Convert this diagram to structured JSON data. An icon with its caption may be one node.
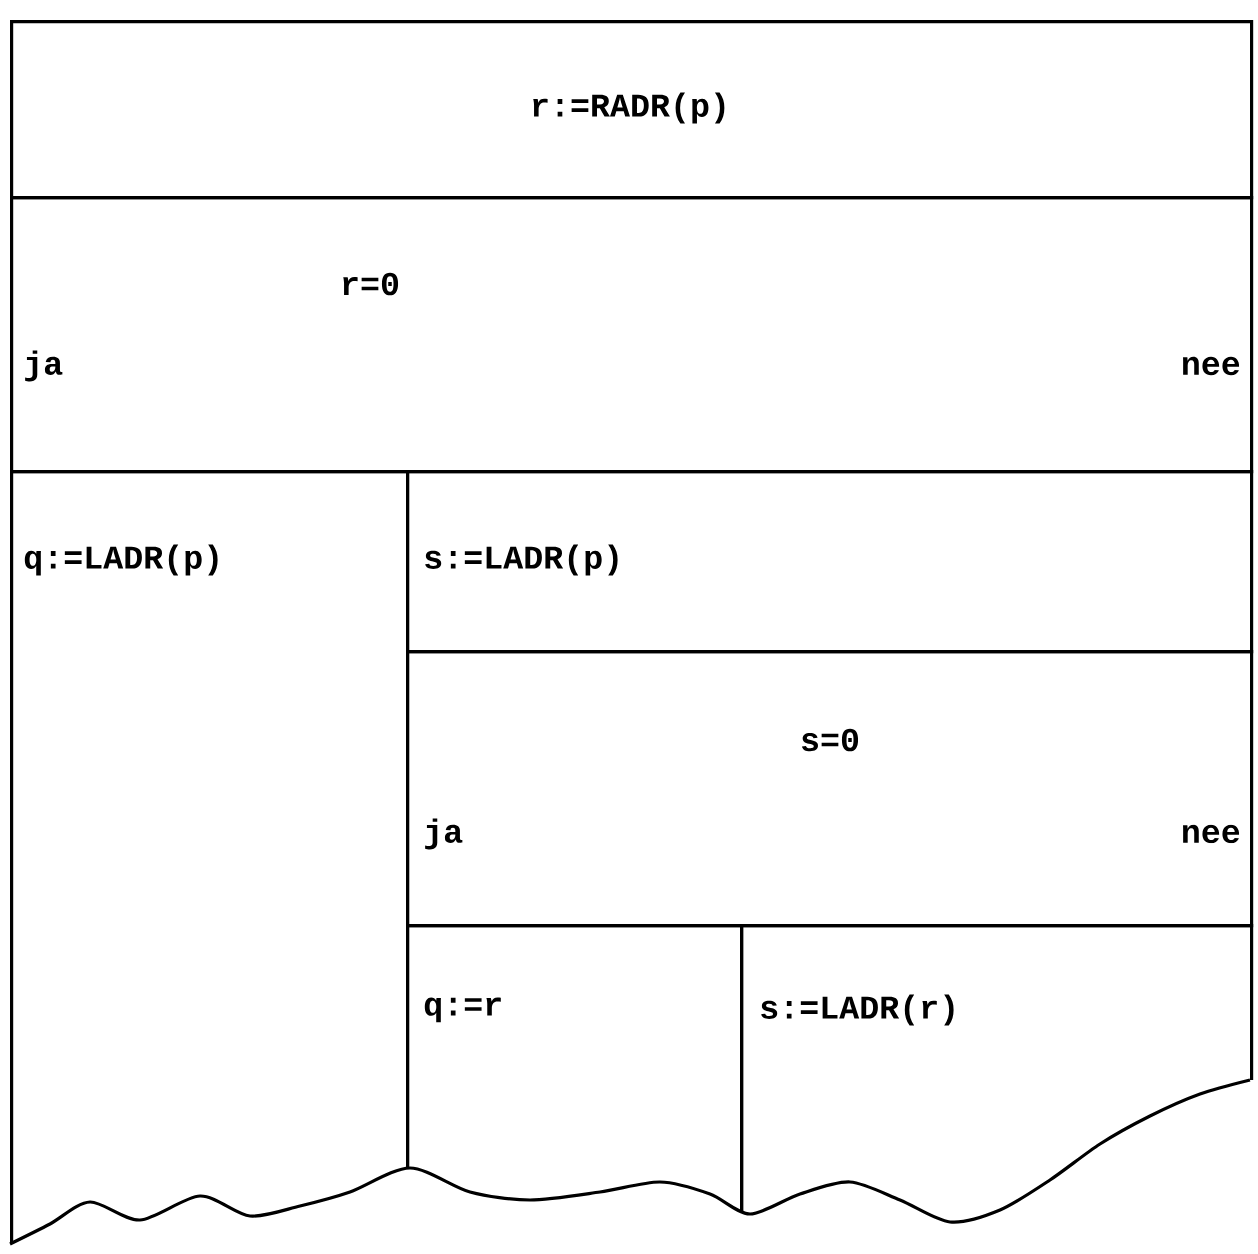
{
  "diagram": {
    "nodes": [
      {
        "text": [
          "r:=RADR(p)"
        ]
      },
      {
        "text": [
          "r=0",
          "ja",
          "nee"
        ]
      },
      {
        "text": [
          "q:=LADR(p)"
        ]
      },
      {
        "text": [
          "s:=LADR(p)"
        ]
      },
      {
        "text": [
          "s=0",
          "ja",
          "nee"
        ]
      },
      {
        "text": [
          "q:=r"
        ]
      },
      {
        "text": [
          "s:=LADR(r)"
        ]
      }
    ]
  }
}
